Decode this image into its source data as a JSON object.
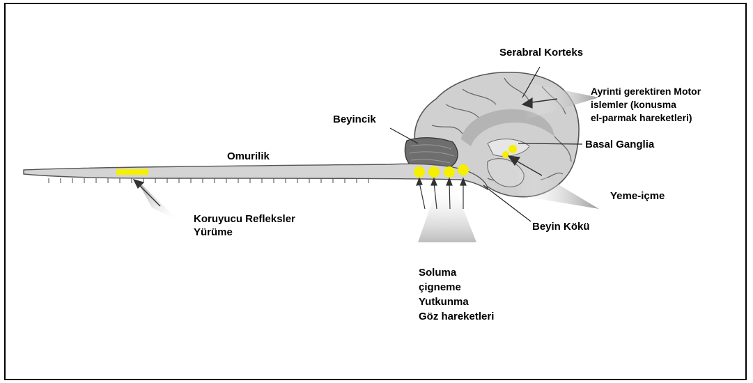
{
  "labels": {
    "serabral_korteks": "Serabral Korteks",
    "motor_detail": [
      "Ayrinti gerektiren Motor",
      "islemler (konusma",
      "el-parmak hareketleri)"
    ],
    "beyincik": "Beyincik",
    "basal_ganglia": "Basal Ganglia",
    "omurilik": "Omurilik",
    "yeme_icme": "Yeme-içme",
    "beyin_koku": "Beyin Kökü",
    "koruyucu": [
      "Koruyucu Refleksler",
      "Yürüme"
    ],
    "brainstem_functions": [
      "Soluma",
      "çigneme",
      "Yutkunma",
      "Göz hareketleri"
    ]
  },
  "colors": {
    "highlight": "#f5f000",
    "tissue": "#c8c8c8",
    "outline": "#555555",
    "cerebellum": "#6e6e6e"
  }
}
